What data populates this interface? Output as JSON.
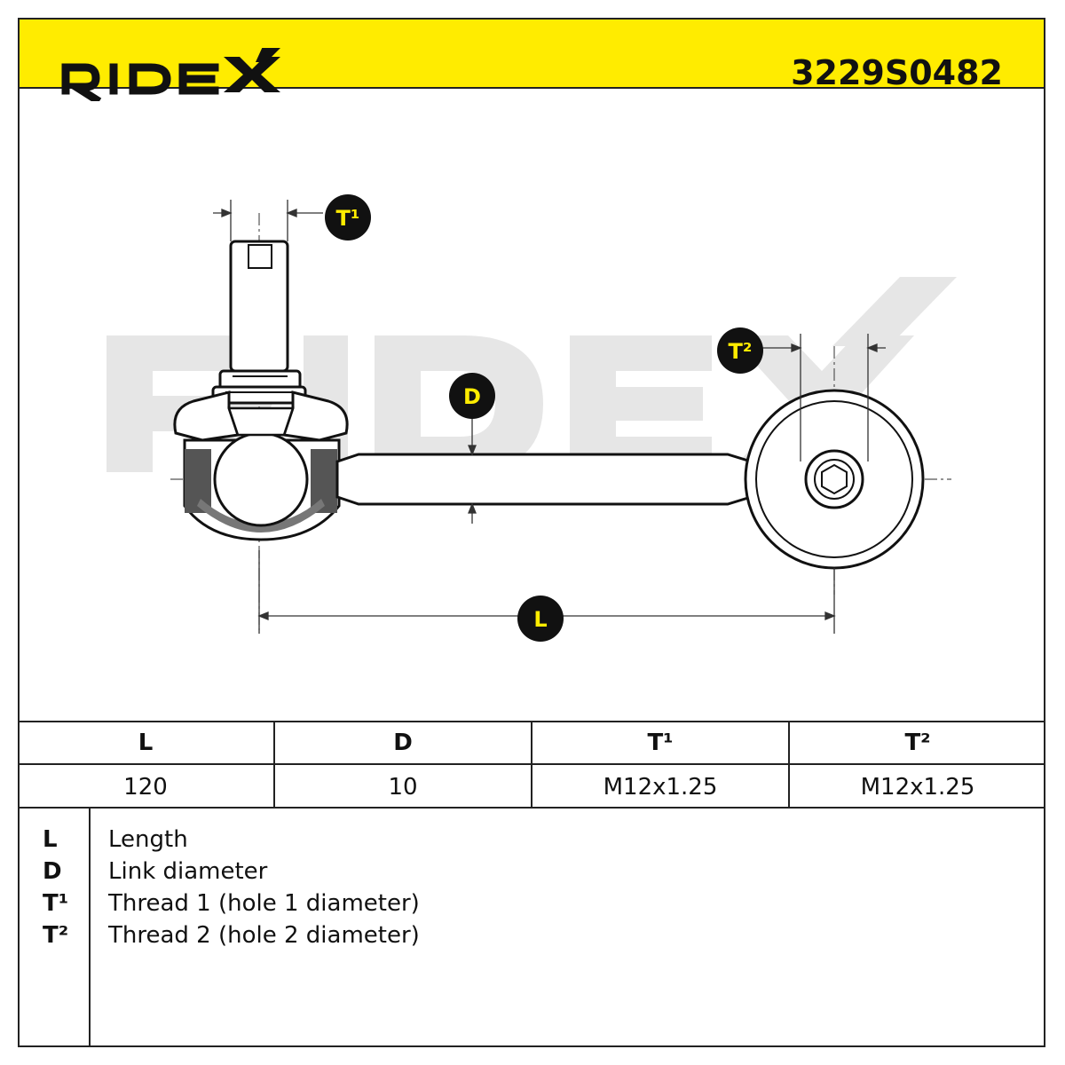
{
  "header": {
    "brand": "RIDEX",
    "part_number": "3229S0482",
    "accent_color": "#ffec00"
  },
  "watermark": "RIDEX",
  "callouts": {
    "t1": "T¹",
    "t2": "T²",
    "d": "D",
    "l": "L"
  },
  "spec_table": {
    "headers": [
      "L",
      "D",
      "T¹",
      "T²"
    ],
    "values": [
      "120",
      "10",
      "M12x1.25",
      "M12x1.25"
    ]
  },
  "legend": [
    {
      "symbol": "L",
      "description": "Length"
    },
    {
      "symbol": "D",
      "description": "Link diameter"
    },
    {
      "symbol": "T¹",
      "description": "Thread 1 (hole 1 diameter)"
    },
    {
      "symbol": "T²",
      "description": "Thread 2 (hole 2 diameter)"
    }
  ]
}
